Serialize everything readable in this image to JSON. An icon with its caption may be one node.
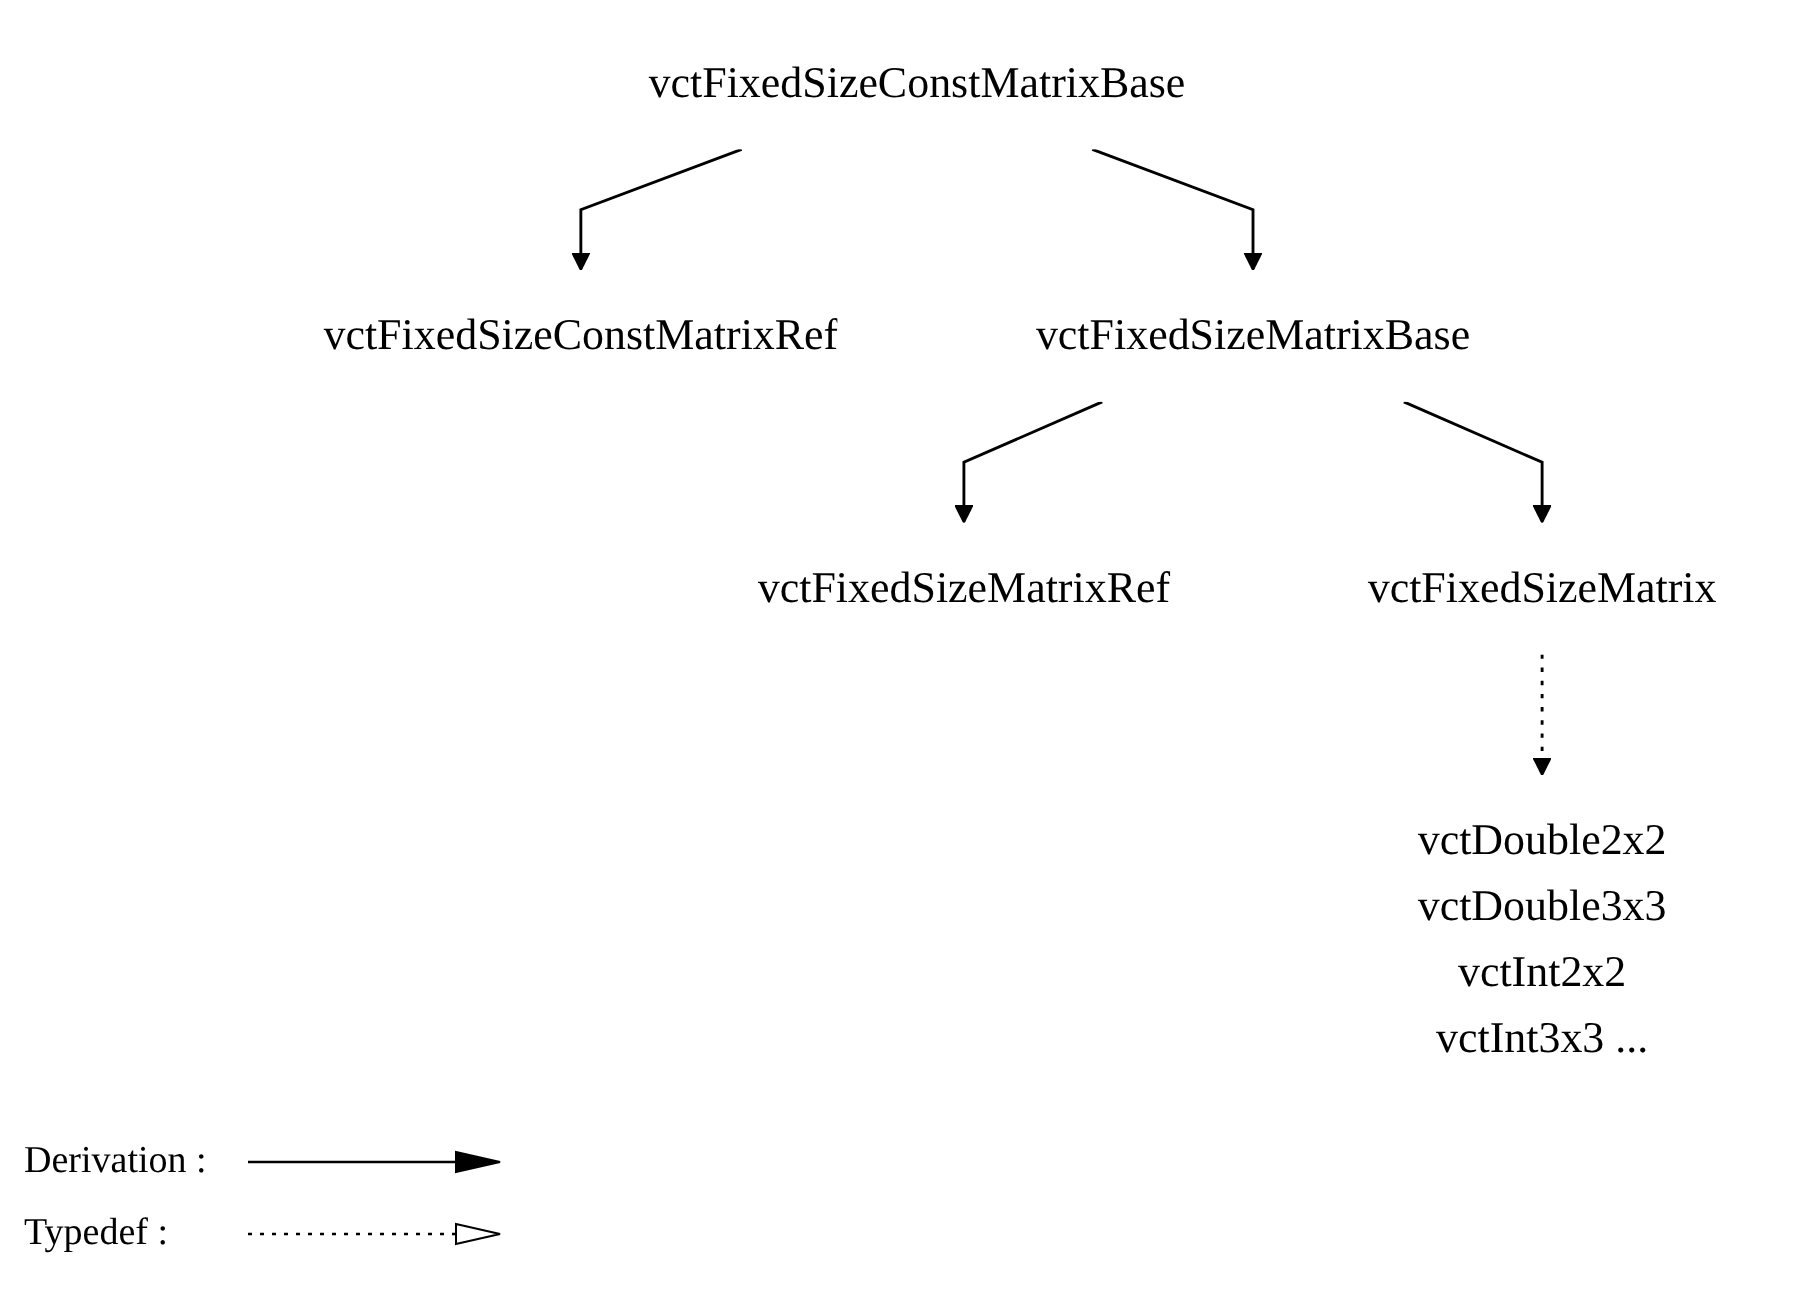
{
  "diagram": {
    "nodes": [
      {
        "text": [
          "vctFixedSizeConstMatrixBase"
        ]
      },
      {
        "text": [
          "vctFixedSizeConstMatrixRef"
        ]
      },
      {
        "text": [
          "vctFixedSizeMatrixBase"
        ]
      },
      {
        "text": [
          "vctFixedSizeMatrixRef"
        ]
      },
      {
        "text": [
          "vctFixedSizeMatrix"
        ]
      },
      {
        "text": [
          "vctDouble2x2",
          "vctDouble3x3",
          "vctInt2x2",
          "vctInt3x3 ..."
        ]
      }
    ],
    "edges": [
      {
        "from": 0,
        "to": 1,
        "arrow": "to"
      },
      {
        "from": 0,
        "to": 2,
        "arrow": "to"
      },
      {
        "from": 2,
        "to": 3,
        "arrow": "to"
      },
      {
        "from": 2,
        "to": 4,
        "arrow": "to"
      },
      {
        "from": 4,
        "to": 5,
        "arrow": "to",
        "style": "dashed"
      }
    ],
    "legend": [
      {
        "text": "Derivation :"
      },
      {
        "text": "Typedef :"
      }
    ]
  }
}
